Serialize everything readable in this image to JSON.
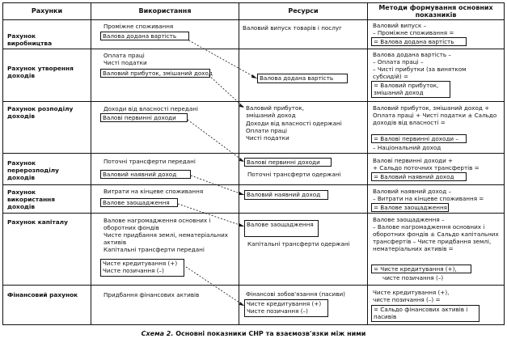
{
  "headers": {
    "col1": "Рахунки",
    "col2": "Використання",
    "col3": "Ресурси",
    "col4": "Методи формування основних показників"
  },
  "rows": [
    {
      "account": "Рахунок виробництва",
      "uses": [
        "Проміжне споживання",
        "Валова додана вартість"
      ],
      "resources": [
        "Валовий випуск товарів і послуг"
      ],
      "methods": [
        "Валовий випуск –",
        "– Проміжне споживання =",
        "= Валова додана вартість"
      ]
    },
    {
      "account": "Рахунок утворення доходів",
      "uses": [
        "Оплата праці",
        "Чисті податки",
        "Валовий прибуток, змішаний доход"
      ],
      "resources": [
        "Валова додана вартість"
      ],
      "methods": [
        "Валова додана вартість –",
        "– Оплата праці –",
        "– Чисті прибутки (за винятком субсидій) =",
        "= Валовий прибуток, змішаний доход"
      ]
    },
    {
      "account": "Рахунок розподілу доходів",
      "uses": [
        "Доходи від власності передані",
        "Валові первинні доходи"
      ],
      "resources": [
        "Валовий прибуток, змішаний доход",
        "Доходи від власності одержані",
        "Оплати праці",
        "Чисті податки"
      ],
      "methods": [
        "Валовий прибуток, змішаний доход + Оплата праці + Чисті податки ± Сальдо доходів від власності =",
        "= Валові первинні доходи –",
        "– Національний доход"
      ]
    },
    {
      "account": "Рахунок перерозподілу доходів",
      "uses": [
        "Поточні трансферти передані",
        "Валовий наявний доход"
      ],
      "resources": [
        "Валові первинні доходи",
        "Поточні трансферти одержані"
      ],
      "methods": [
        "Валові первинні доходи +",
        "+ Сальдо поточних трансфертів =",
        "= Валовий наявний доход"
      ]
    },
    {
      "account": "Рахунок використання доходів",
      "uses": [
        "Витрати на кінцеве споживання",
        "Валове заощадження"
      ],
      "resources": [
        "Валовий наявний доход"
      ],
      "methods": [
        "Валовий наявний доход –",
        "– Витрати на кінцеве споживання =",
        "= Валове заощадження"
      ]
    },
    {
      "account": "Рахунок капіталу",
      "uses": [
        "Валове нагромадження основних і оборотних фондів",
        "Чисте придбання землі, нематеріальних активів",
        "Капітальні трансферти передані",
        "Чисте кредитування (+)",
        "Чисте позичання (–)"
      ],
      "resources": [
        "Валове заощадження",
        "Капітальні трансферти одержані"
      ],
      "methods": [
        "Валове заощадження –",
        "– Валове нагромадження основних і оборотних фондів ± Сальдо капітальних трансфертів – Чисте придбання землі, нематеріальних активів =",
        "= Чисте кредитування (+),",
        "чисте позичання (–)"
      ]
    },
    {
      "account": "Фінансовий рахунок",
      "uses": [
        "Придбання фінансових активів"
      ],
      "resources": [
        "Фінансові зобов'язання (пасиви)",
        "Чисте кредитування (+)",
        "Чисте позичання (–)"
      ],
      "methods": [
        "Чисте кредитування (+),",
        "чисте позичання (–) =",
        "= Сальдо фінансових активів і пасивів"
      ]
    }
  ],
  "caption": {
    "label": "Схема 2.",
    "text": "Основні показники СНР та взаємозв'язки між ними"
  }
}
